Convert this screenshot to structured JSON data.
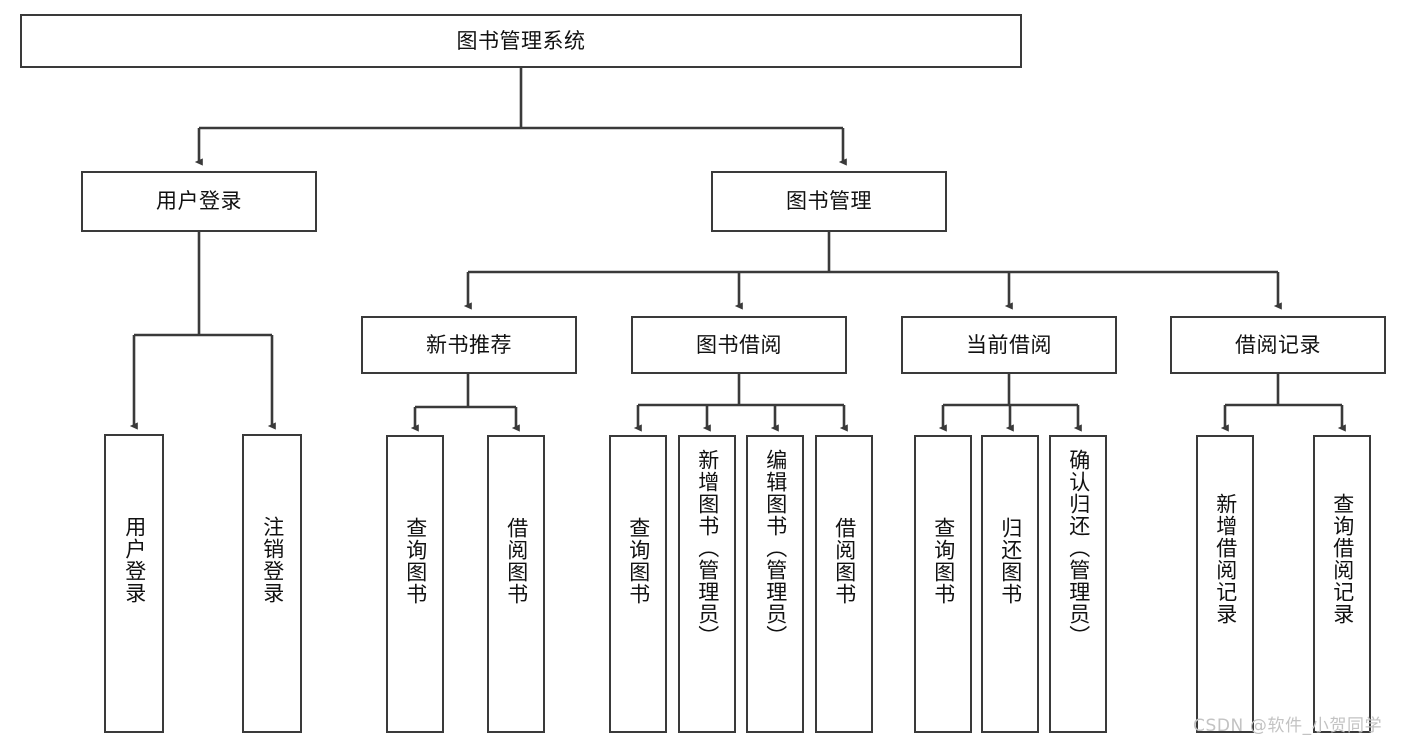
{
  "diagram": {
    "type": "tree-hierarchy",
    "title": "图书管理系统",
    "background_color": "#ffffff",
    "line_color": "#3a3a3a",
    "text_color": "#111111",
    "nodes": {
      "root": {
        "label": "图书管理系统",
        "level": 1,
        "orientation": "horizontal"
      },
      "user_login": {
        "label": "用户登录",
        "level": 2,
        "orientation": "horizontal"
      },
      "book_manage": {
        "label": "图书管理",
        "level": 2,
        "orientation": "horizontal"
      },
      "new_book_rec": {
        "label": "新书推荐",
        "level": 3,
        "orientation": "horizontal"
      },
      "book_borrow": {
        "label": "图书借阅",
        "level": 3,
        "orientation": "horizontal"
      },
      "current_borrow": {
        "label": "当前借阅",
        "level": 3,
        "orientation": "horizontal"
      },
      "borrow_record": {
        "label": "借阅记录",
        "level": 3,
        "orientation": "horizontal"
      },
      "leaf_user_login": {
        "label": "用户登录",
        "level": 4,
        "orientation": "vertical"
      },
      "leaf_logout": {
        "label": "注销登录",
        "level": 4,
        "orientation": "vertical"
      },
      "leaf_query_book_1": {
        "label": "查询图书",
        "level": 4,
        "orientation": "vertical"
      },
      "leaf_borrow_book_1": {
        "label": "借阅图书",
        "level": 4,
        "orientation": "vertical"
      },
      "leaf_query_book_2": {
        "label": "查询图书",
        "level": 4,
        "orientation": "vertical"
      },
      "leaf_add_book": {
        "label": "新增图书（管理员）",
        "level": 4,
        "orientation": "vertical"
      },
      "leaf_edit_book": {
        "label": "编辑图书（管理员）",
        "level": 4,
        "orientation": "vertical"
      },
      "leaf_borrow_book_2": {
        "label": "借阅图书",
        "level": 4,
        "orientation": "vertical"
      },
      "leaf_query_book_3": {
        "label": "查询图书",
        "level": 4,
        "orientation": "vertical"
      },
      "leaf_return_book": {
        "label": "归还图书",
        "level": 4,
        "orientation": "vertical"
      },
      "leaf_confirm_return": {
        "label": "确认归还（管理员）",
        "level": 4,
        "orientation": "vertical"
      },
      "leaf_add_record": {
        "label": "新增借阅记录",
        "level": 4,
        "orientation": "vertical"
      },
      "leaf_query_record": {
        "label": "查询借阅记录",
        "level": 4,
        "orientation": "vertical"
      }
    },
    "edges": [
      {
        "from": "root",
        "to": "user_login"
      },
      {
        "from": "root",
        "to": "book_manage"
      },
      {
        "from": "user_login",
        "to": "leaf_user_login"
      },
      {
        "from": "user_login",
        "to": "leaf_logout"
      },
      {
        "from": "book_manage",
        "to": "new_book_rec"
      },
      {
        "from": "book_manage",
        "to": "book_borrow"
      },
      {
        "from": "book_manage",
        "to": "current_borrow"
      },
      {
        "from": "book_manage",
        "to": "borrow_record"
      },
      {
        "from": "new_book_rec",
        "to": "leaf_query_book_1"
      },
      {
        "from": "new_book_rec",
        "to": "leaf_borrow_book_1"
      },
      {
        "from": "book_borrow",
        "to": "leaf_query_book_2"
      },
      {
        "from": "book_borrow",
        "to": "leaf_add_book"
      },
      {
        "from": "book_borrow",
        "to": "leaf_edit_book"
      },
      {
        "from": "book_borrow",
        "to": "leaf_borrow_book_2"
      },
      {
        "from": "current_borrow",
        "to": "leaf_query_book_3"
      },
      {
        "from": "current_borrow",
        "to": "leaf_return_book"
      },
      {
        "from": "current_borrow",
        "to": "leaf_confirm_return"
      },
      {
        "from": "borrow_record",
        "to": "leaf_add_record"
      },
      {
        "from": "borrow_record",
        "to": "leaf_query_record"
      }
    ]
  },
  "watermark": {
    "text": "CSDN @软件_小贺同学",
    "color": "#c3c3c3"
  }
}
